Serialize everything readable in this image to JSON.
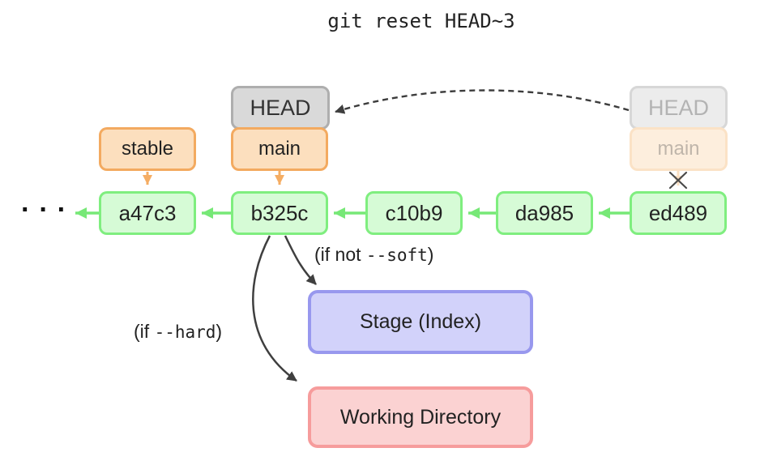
{
  "title": "git reset HEAD~3",
  "refs": {
    "head": "HEAD",
    "main": "main",
    "stable": "stable",
    "head_old": "HEAD",
    "main_old": "main"
  },
  "commits": [
    "a47c3",
    "b325c",
    "c10b9",
    "da985",
    "ed489"
  ],
  "ellipsis": "···",
  "annotations": {
    "soft_prefix": "(if not ",
    "soft_code": "--soft",
    "soft_suffix": ")",
    "hard_prefix": "(if ",
    "hard_code": "--hard",
    "hard_suffix": ")"
  },
  "areas": {
    "stage": "Stage (Index)",
    "working_directory": "Working Directory"
  },
  "colors": {
    "commit_fill": "#d6fbd6",
    "commit_border": "#7fee7f",
    "commit_arrow": "#77e877",
    "branch_fill": "#fcdfbe",
    "branch_border": "#f3aa60",
    "branch_arrow": "#f5ad63",
    "faded_branch_arrow": "#fbdfc2",
    "head_fill": "#d9d9d9",
    "head_border": "#aeaeae",
    "faded_head_fill": "#ececec",
    "stage_fill": "#d2d2fa",
    "stage_border": "#9898ee",
    "working_fill": "#fbd2d2",
    "working_border": "#f69c9c",
    "arrow_dark": "#3f3f3f"
  }
}
